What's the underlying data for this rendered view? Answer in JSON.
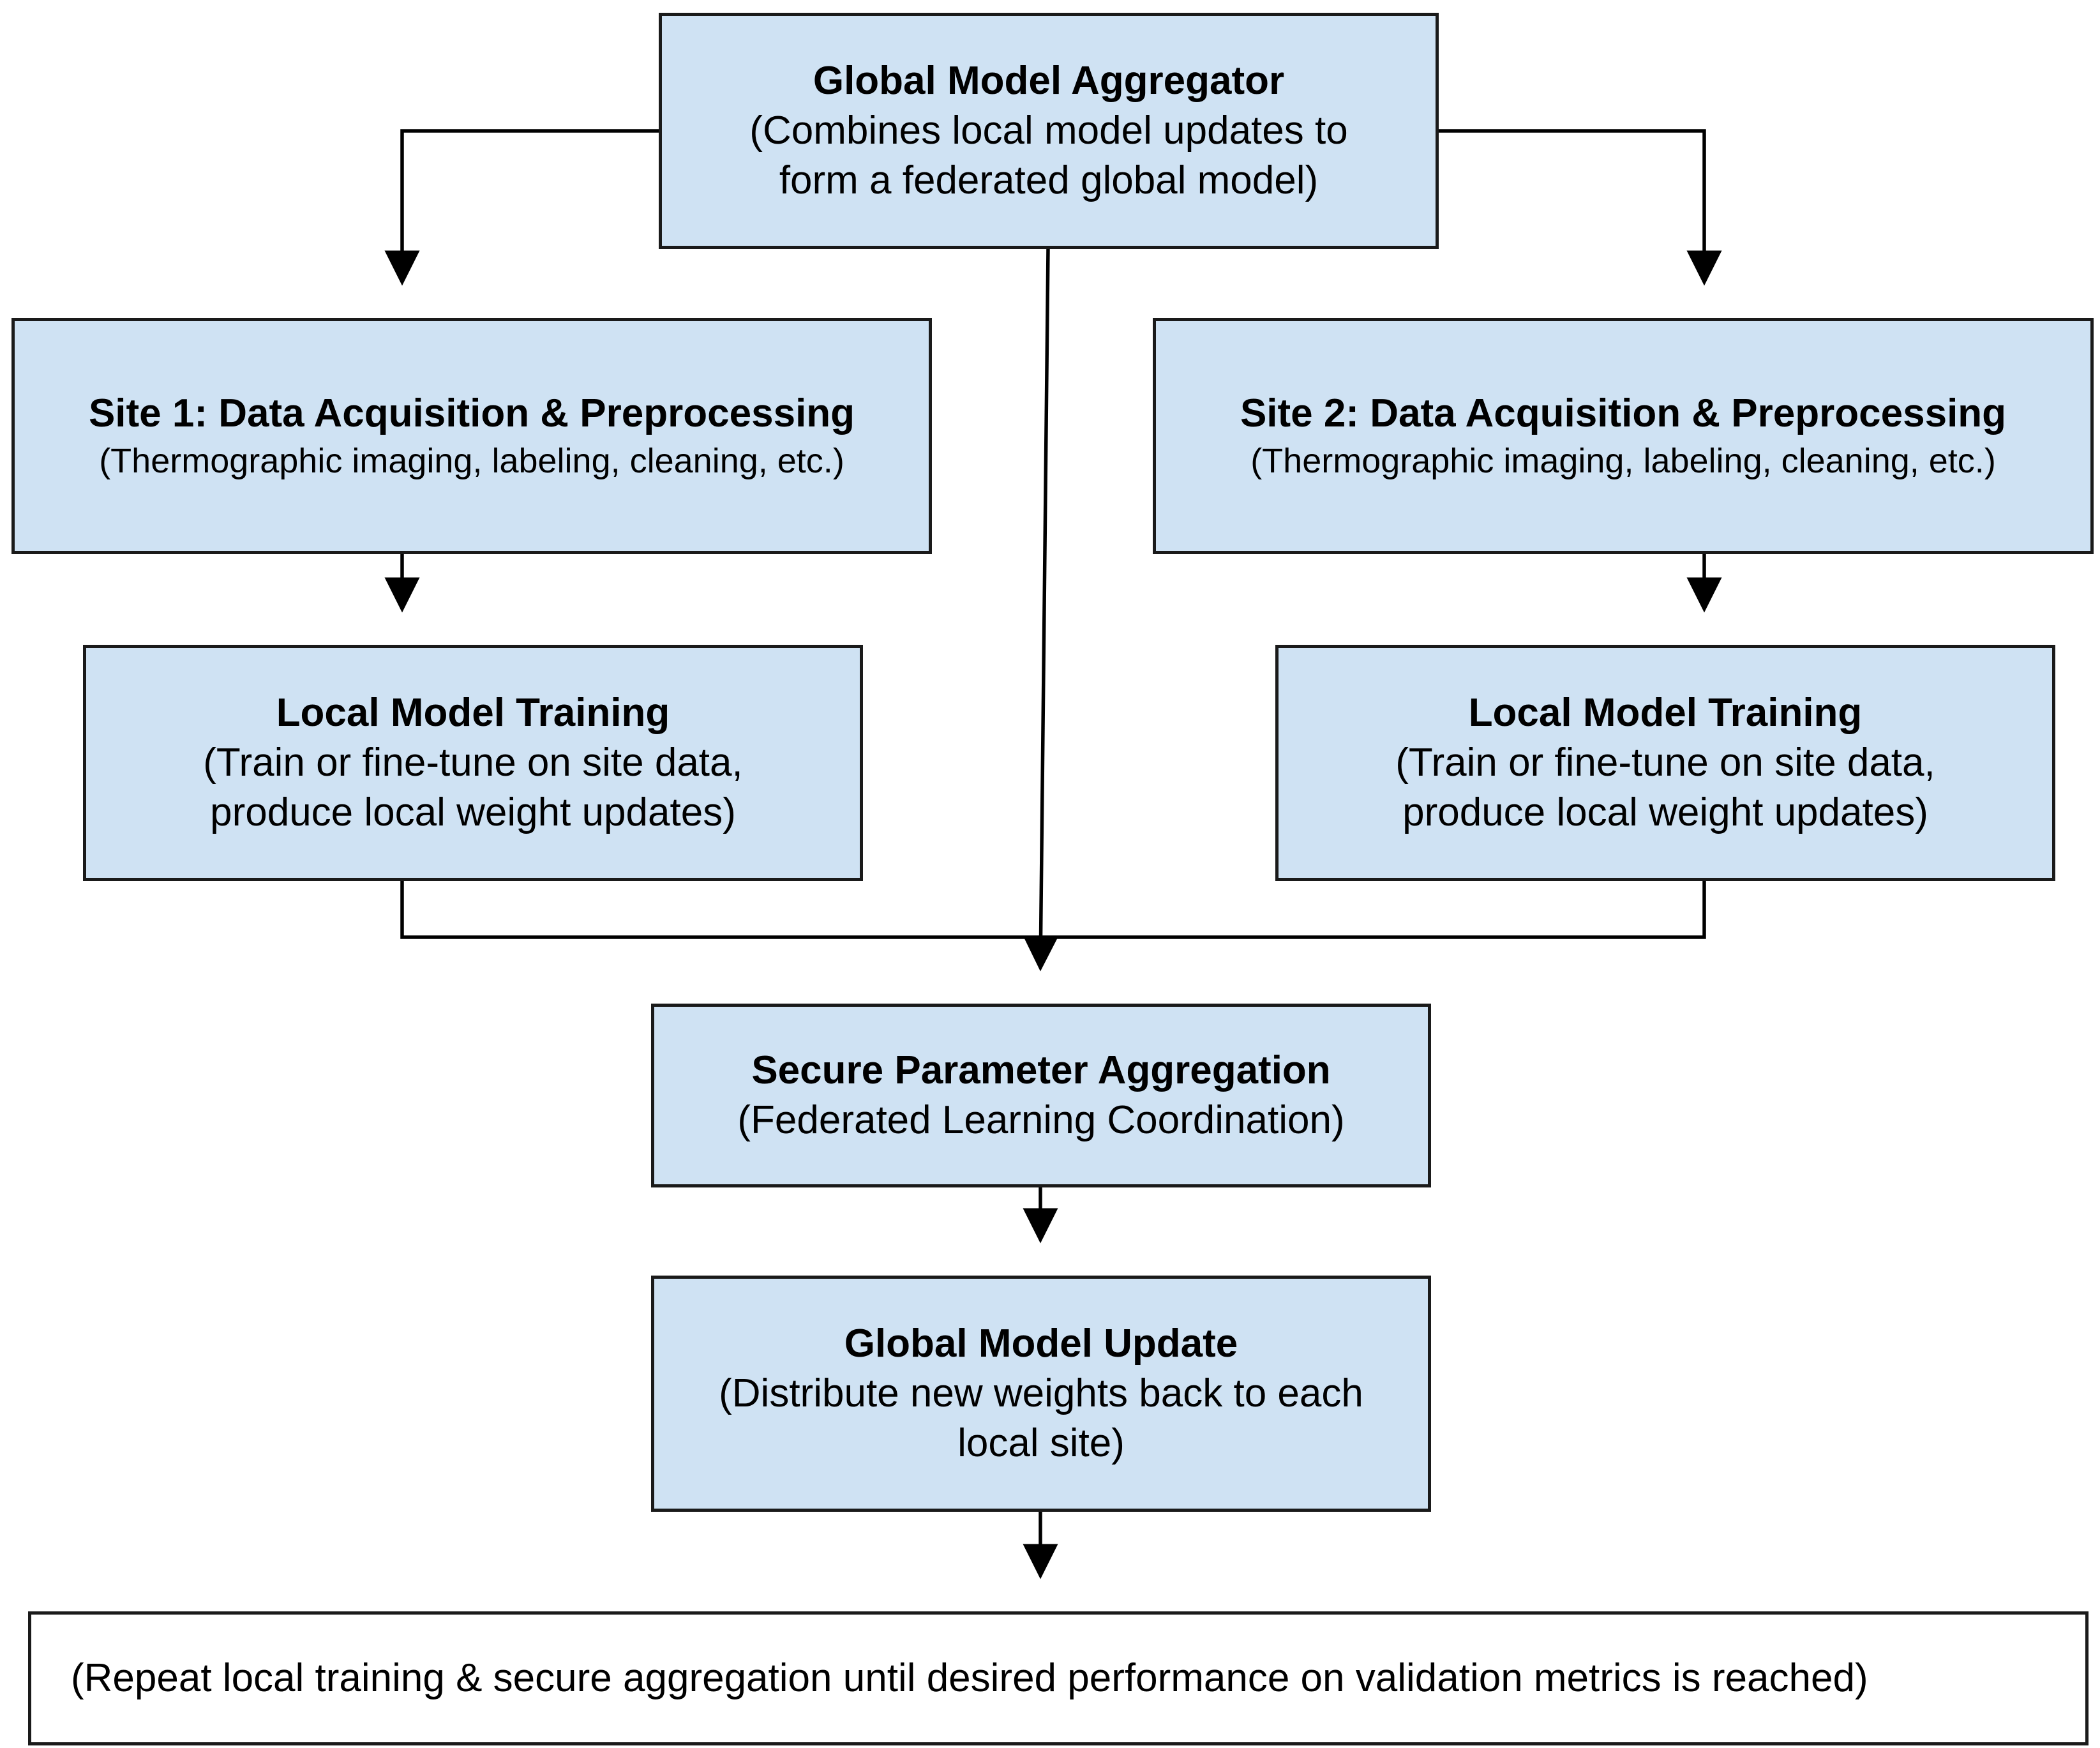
{
  "nodes": {
    "global_aggregator": {
      "title": "Global Model Aggregator",
      "description": "(Combines local model updates to\nform a federated global model)"
    },
    "site1_acquisition": {
      "title": "Site 1: Data Acquisition & Preprocessing",
      "description": "(Thermographic imaging, labeling, cleaning, etc.)"
    },
    "site2_acquisition": {
      "title": "Site 2: Data Acquisition & Preprocessing",
      "description": "(Thermographic imaging, labeling, cleaning, etc.)"
    },
    "local_training_1": {
      "title": "Local Model Training",
      "description": "(Train or fine-tune on site data,\nproduce local weight updates)"
    },
    "local_training_2": {
      "title": "Local Model Training",
      "description": "(Train or fine-tune on site data,\nproduce local weight updates)"
    },
    "secure_aggregation": {
      "title": "Secure Parameter Aggregation",
      "description": "(Federated Learning Coordination)"
    },
    "global_update": {
      "title": "Global Model Update",
      "description": "(Distribute new weights back to each\nlocal site)"
    },
    "repeat_note": {
      "description": "(Repeat local training & secure aggregation until desired performance on validation metrics is reached)"
    }
  },
  "edges": [
    {
      "from": "global_aggregator",
      "to": "site1_acquisition"
    },
    {
      "from": "global_aggregator",
      "to": "site2_acquisition"
    },
    {
      "from": "global_aggregator",
      "to": "secure_aggregation"
    },
    {
      "from": "site1_acquisition",
      "to": "local_training_1"
    },
    {
      "from": "site2_acquisition",
      "to": "local_training_2"
    },
    {
      "from": "local_training_1",
      "to": "secure_aggregation"
    },
    {
      "from": "local_training_2",
      "to": "secure_aggregation"
    },
    {
      "from": "secure_aggregation",
      "to": "global_update"
    },
    {
      "from": "global_update",
      "to": "repeat_note"
    }
  ],
  "colors": {
    "node_fill": "#cfe2f3",
    "note_fill": "#ffffff",
    "stroke": "#1a1a1a"
  }
}
